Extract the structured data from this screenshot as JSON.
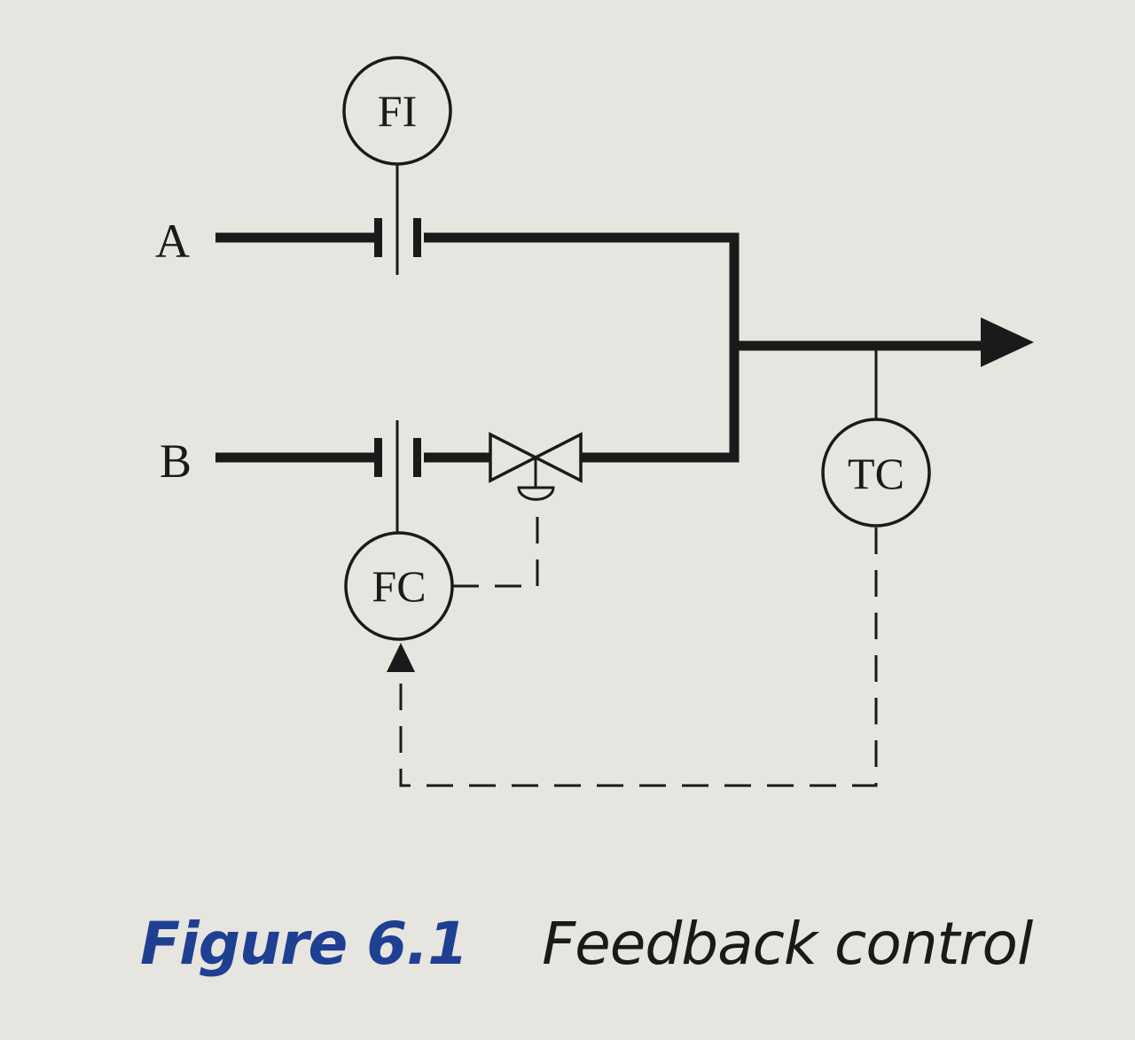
{
  "streams": {
    "a": "A",
    "b": "B"
  },
  "instruments": {
    "flow_indicator": "FI",
    "flow_controller": "FC",
    "temperature_controller": "TC"
  },
  "caption": {
    "number": "Figure 6.1",
    "title": "Feedback control"
  },
  "colors": {
    "background": "#e6e5df",
    "ink": "#1a1a1a",
    "caption_number": "#1f3f93"
  }
}
